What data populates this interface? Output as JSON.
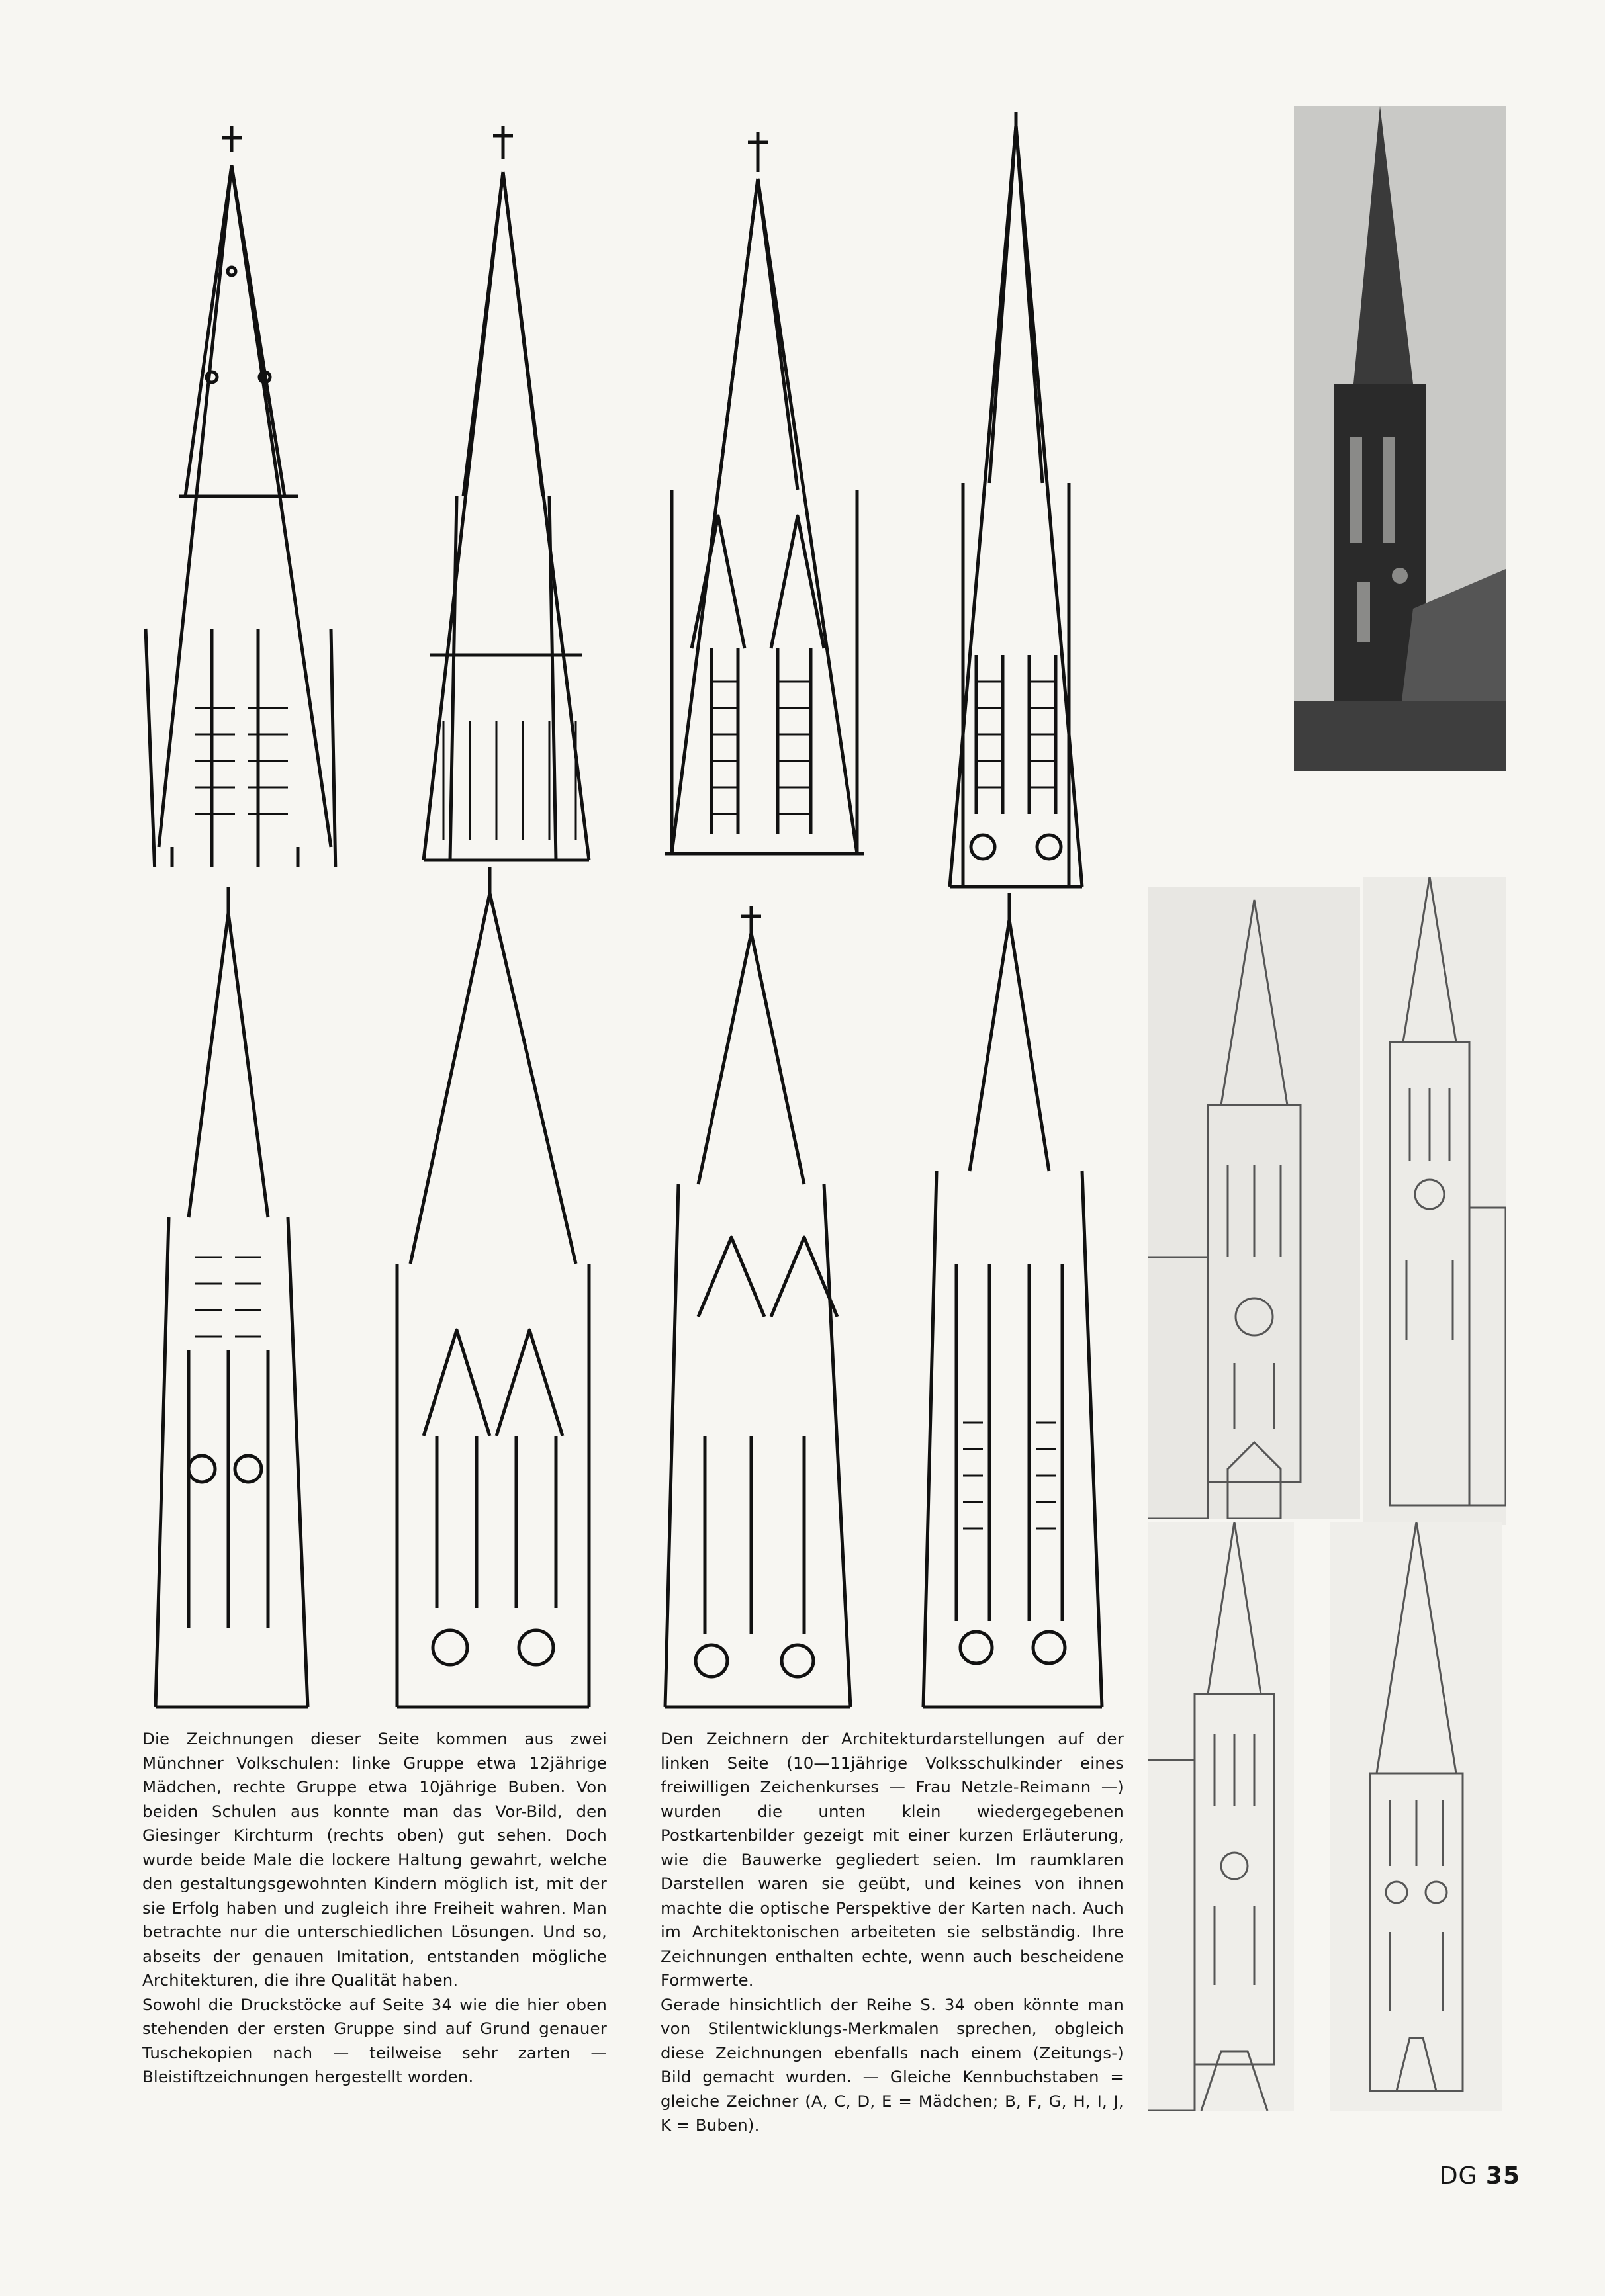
{
  "text": {
    "left_column": [
      "Die Zeichnungen dieser Seite kommen aus zwei Münchner Volkschulen: linke Gruppe etwa 12jährige Mädchen, rechte Gruppe etwa 10jährige Buben. Von beiden Schulen aus konnte man das Vor-Bild, den Giesinger Kirchturm (rechts oben) gut sehen. Doch wurde beide Male die lockere Haltung gewahrt, welche den gestaltungsgewohnten Kindern möglich ist, mit der sie Erfolg haben und zugleich ihre Freiheit wahren. Man betrachte nur die unterschiedlichen Lösungen. Und so, abseits der genauen Imitation, entstanden mögliche Architekturen, die ihre Qualität haben.",
      "Sowohl die Druckstöcke auf Seite 34 wie die hier oben stehenden der ersten Gruppe sind auf Grund genauer Tuschekopien nach — teilweise sehr zarten — Bleistiftzeichnungen hergestellt worden."
    ],
    "right_column": [
      "Den Zeichnern der Architekturdarstellungen auf der linken Seite (10—11jährige Volksschulkinder eines freiwilligen Zeichenkurses — Frau Netzle-Reimann —) wurden die unten klein wiedergegebenen Postkartenbilder gezeigt mit einer kurzen Erläuterung, wie die Bauwerke gegliedert seien. Im raumklaren Darstellen waren sie geübt, und keines von ihnen machte die optische Perspektive der Karten nach. Auch im Architektonischen arbeiteten sie selbständig. Ihre Zeichnungen enthalten echte, wenn auch bescheidene Formwerte.",
      "Gerade hinsichtlich der Reihe S. 34 oben könnte man von Stilentwicklungs-Merkmalen sprechen, obgleich diese Zeichnungen ebenfalls nach einem (Zeitungs-) Bild gemacht wurden. — Gleiche Kennbuchstaben = gleiche Zeichner (A, C, D, E = Mädchen; B, F, G, H, I, J, K = Buben)."
    ]
  },
  "folio": {
    "magazine": "DG",
    "page": "35"
  },
  "colors": {
    "ink": "#161616",
    "paper": "#f7f6f2",
    "photo": "#9c9c98"
  }
}
